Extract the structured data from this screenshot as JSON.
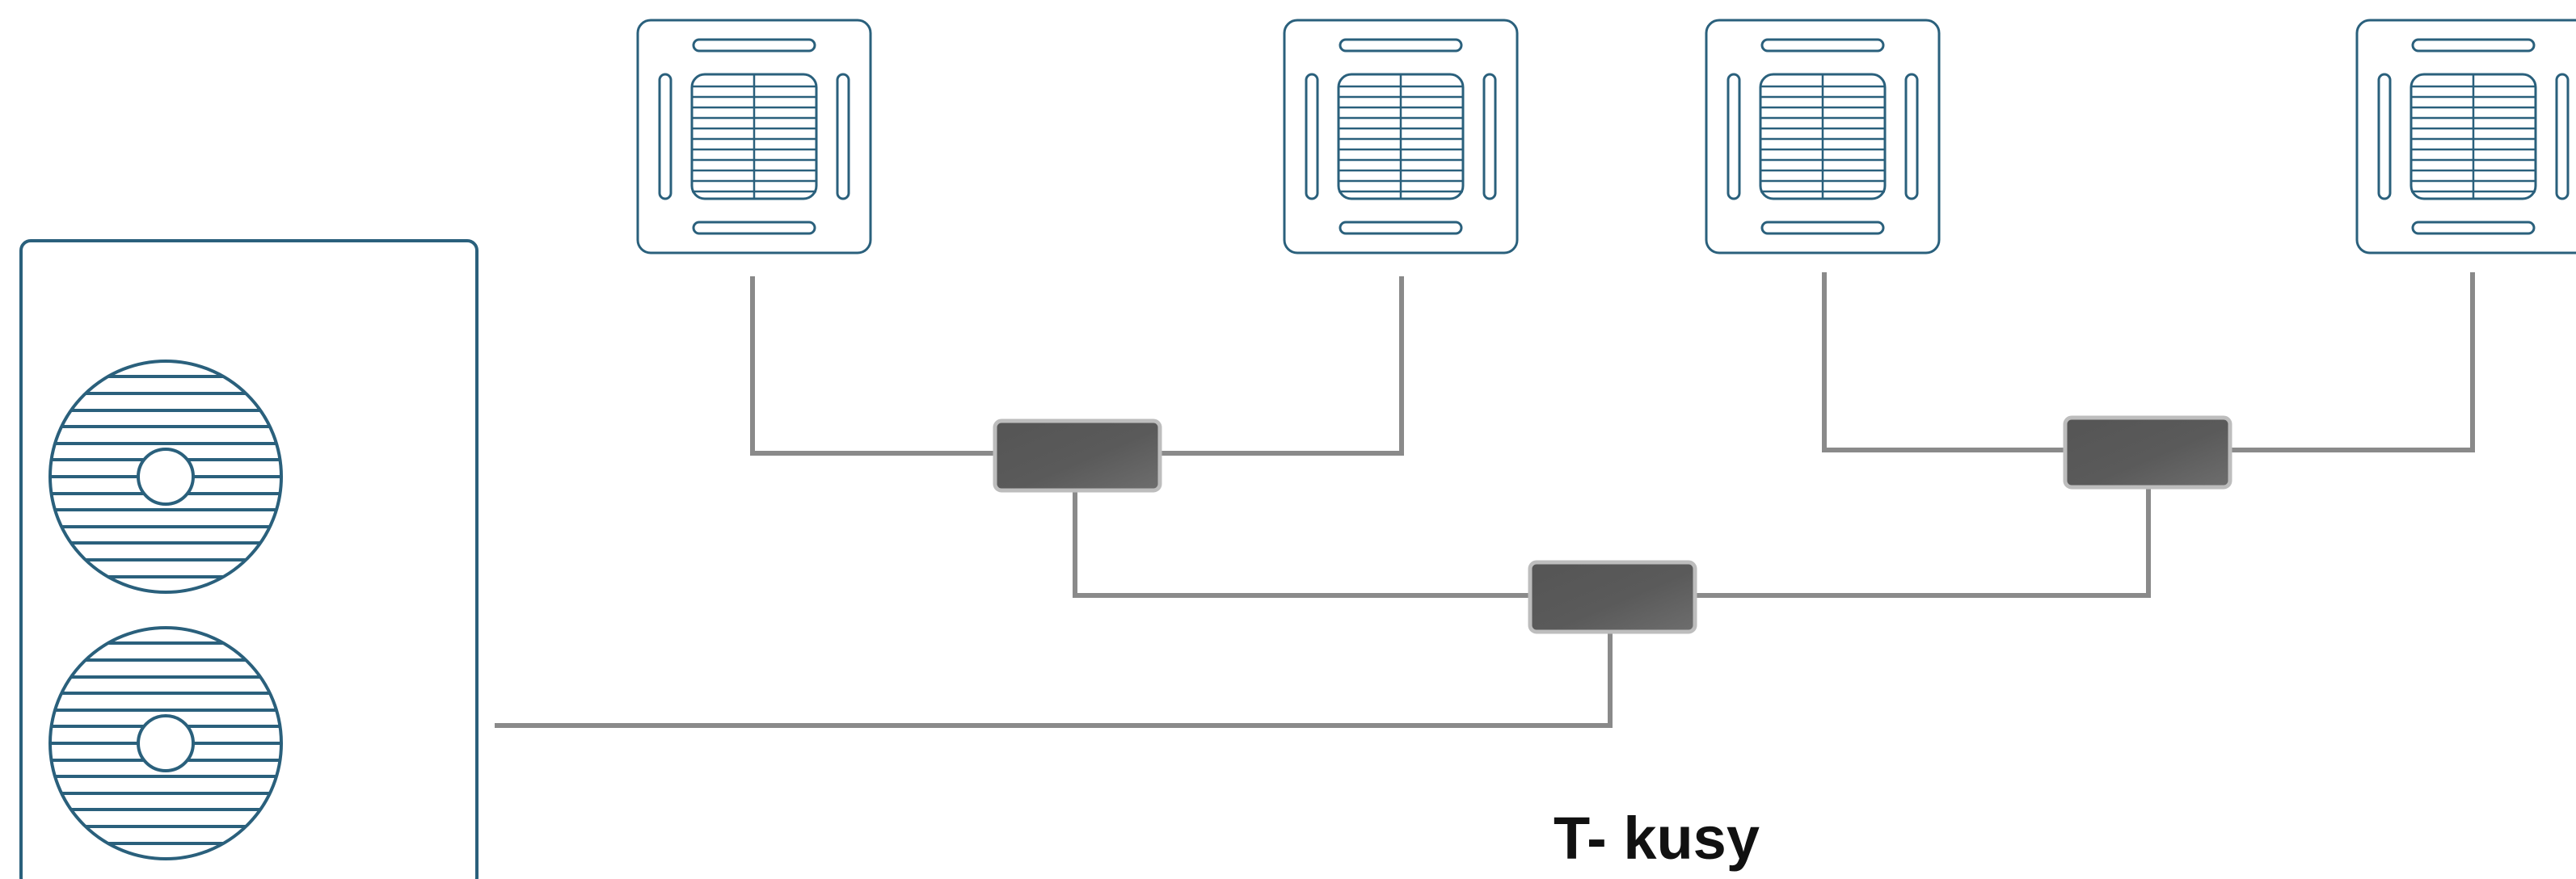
{
  "diagram": {
    "caption": "T- kusy",
    "colors": {
      "unit_outline": "#2a607c",
      "pipe": "#8a8a8a",
      "tee_fill": "#585858",
      "tee_edge": "#bdbdbd",
      "caption_text": "#111111"
    },
    "components": {
      "outdoor_unit": {
        "icon": "outdoor-unit-icon",
        "fans": 2
      },
      "indoor_units": {
        "icon": "ceiling-cassette-icon",
        "count": 4
      },
      "tee_fittings": {
        "icon": "tee-fitting-icon",
        "count": 3
      }
    }
  }
}
